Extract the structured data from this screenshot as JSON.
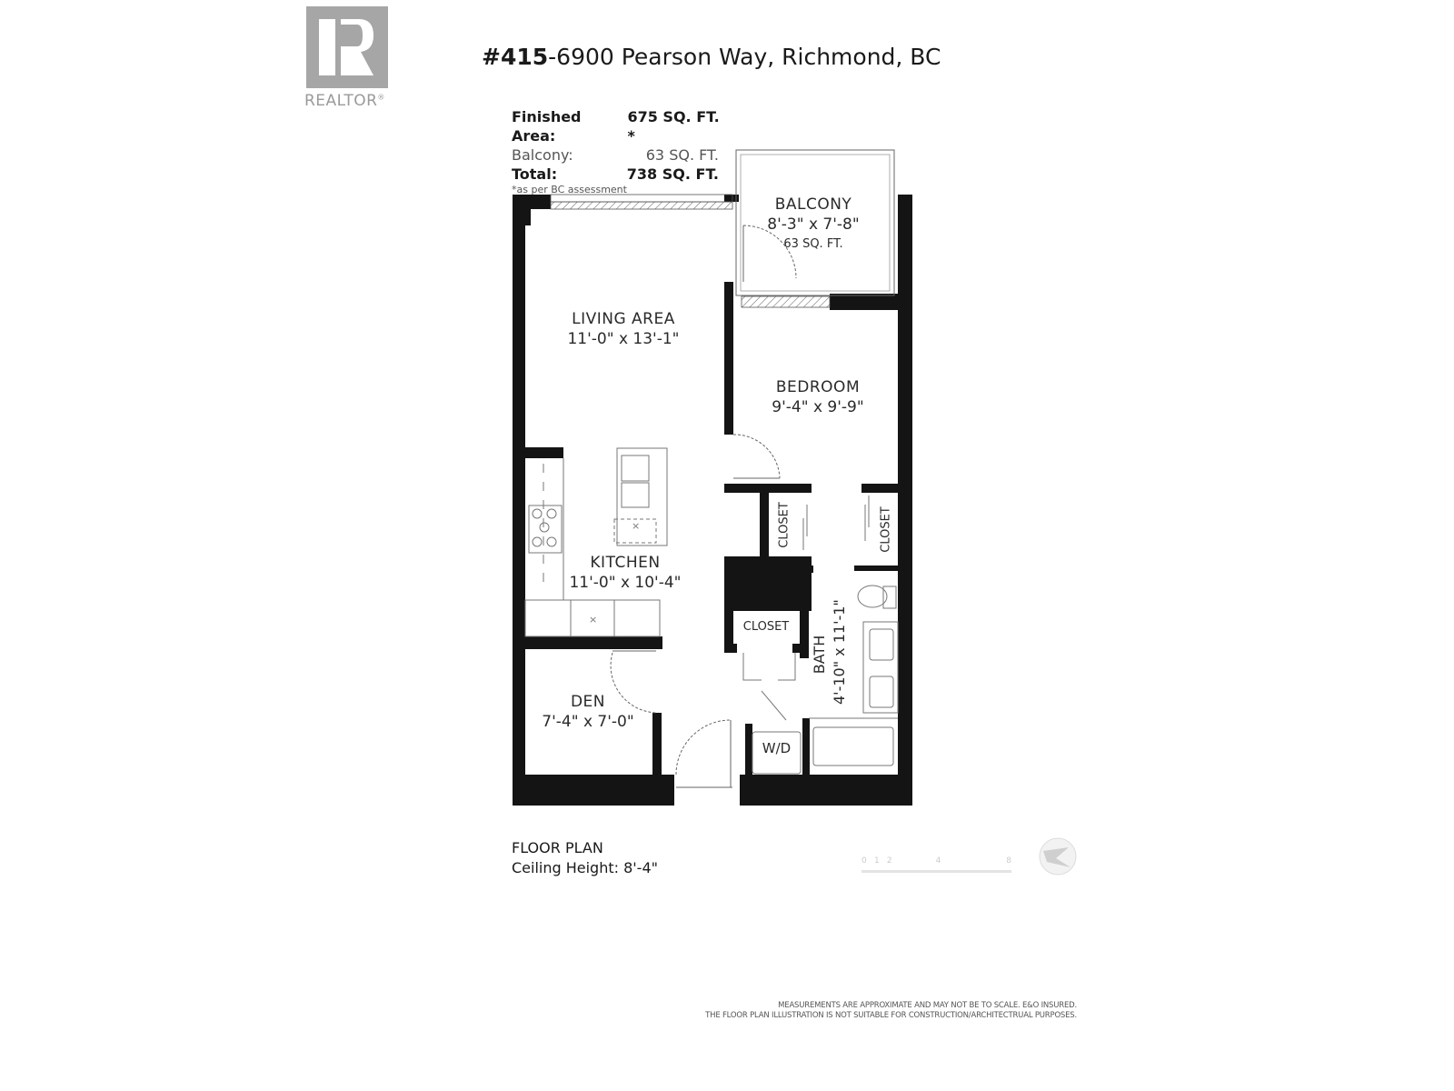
{
  "logo": {
    "brand": "REALTOR",
    "mark": "R",
    "trademark": "®"
  },
  "header": {
    "unit": "#415",
    "address": "-6900 Pearson Way, Richmond, BC"
  },
  "areas": {
    "finished": {
      "label": "Finished Area:",
      "value": "675",
      "unit": "SQ. FT. *"
    },
    "balcony": {
      "label": "Balcony:",
      "value": "63",
      "unit": "SQ. FT."
    },
    "total": {
      "label": "Total:",
      "value": "738",
      "unit": "SQ. FT."
    },
    "note": "*as per BC assessment"
  },
  "rooms": {
    "balcony": {
      "name": "BALCONY",
      "dims": "8'-3\" x 7'-8\"",
      "sqft": "63 SQ. FT."
    },
    "living": {
      "name": "LIVING AREA",
      "dims": "11'-0\" x 13'-1\""
    },
    "bedroom": {
      "name": "BEDROOM",
      "dims": "9'-4\" x 9'-9\""
    },
    "kitchen": {
      "name": "KITCHEN",
      "dims": "11'-0\" x 10'-4\""
    },
    "den": {
      "name": "DEN",
      "dims": "7'-4\" x 7'-0\""
    },
    "bath": {
      "name": "BATH",
      "dims": "4'-10\" x 11'-1\""
    },
    "closet_left": {
      "name": "CLOSET"
    },
    "closet_right": {
      "name": "CLOSET"
    },
    "closet_hall": {
      "name": "CLOSET"
    },
    "laundry": {
      "name": "W/D"
    }
  },
  "notes": {
    "title": "FLOOR PLAN",
    "ceiling": "Ceiling Height: 8'-4\""
  },
  "scale": {
    "ticks": [
      "0",
      "1",
      "2",
      "4",
      "8"
    ]
  },
  "disclaimer": {
    "line1": "MEASUREMENTS ARE APPROXIMATE AND MAY NOT BE TO SCALE. E&O INSURED.",
    "line2": "THE FLOOR PLAN ILLUSTRATION IS NOT SUITABLE FOR CONSTRUCTION/ARCHITECTRUAL PURPOSES."
  },
  "colors": {
    "wall": "#141414",
    "logo": "#a6a6a6",
    "fixture": "#777777"
  }
}
